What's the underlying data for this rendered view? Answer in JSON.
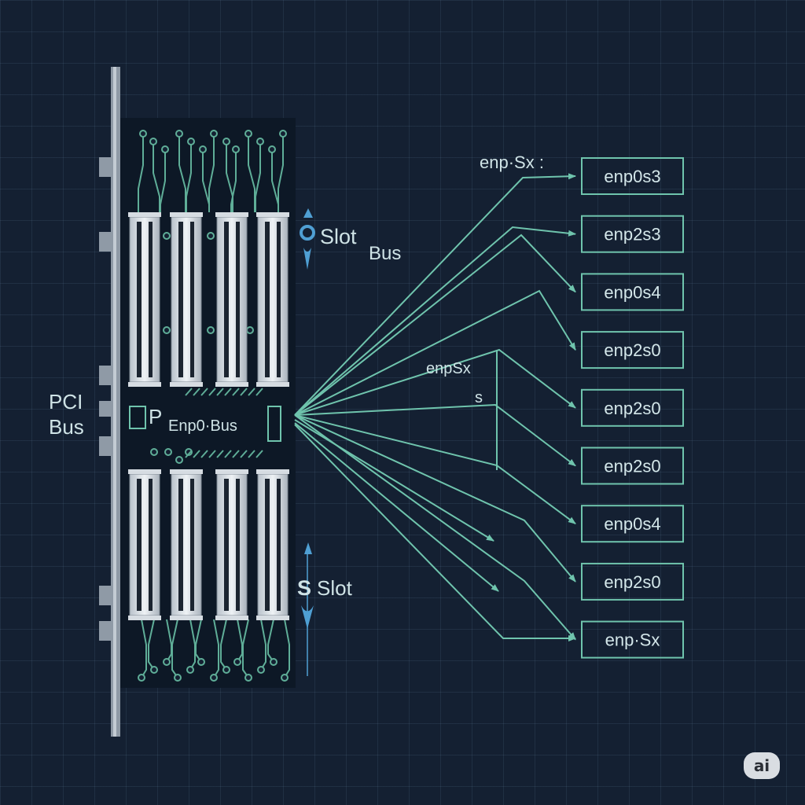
{
  "labels": {
    "pci_bus": [
      "PCI",
      "Bus"
    ],
    "slot_top": "Slot",
    "bus_top": "Bus",
    "slot_bottom": "Slot",
    "slot_bottom_prefix": "S",
    "card_prefix": "P",
    "card_label": "Enp0·Bus",
    "naming_header": "enp·Sx :",
    "mid_label": "enpSx",
    "mid_sub": "s"
  },
  "interfaces": [
    "enp0s3",
    "enp2s3",
    "enp0s4",
    "enp2s0",
    "enp2s0",
    "enp2s0",
    "enp0s4",
    "enp2s0",
    "enp·Sx"
  ],
  "badge": "ai",
  "colors": {
    "background": "#142032",
    "trace": "#5fae98",
    "box": "#6fc4ad",
    "board": "#0d1826"
  }
}
